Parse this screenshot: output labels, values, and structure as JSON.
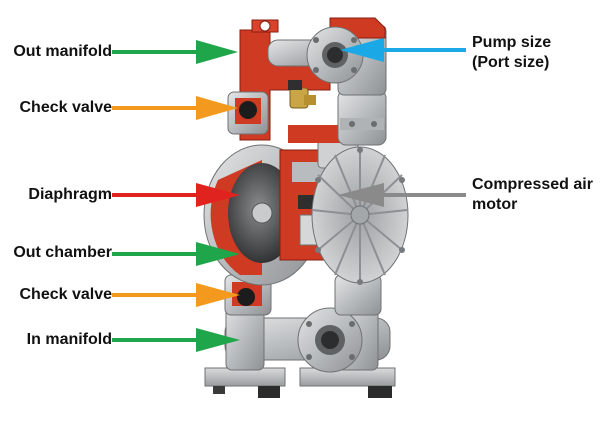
{
  "labels": {
    "out_manifold": "Out manifold",
    "check_valve_top": "Check valve",
    "diaphragm": "Diaphragm",
    "out_chamber": "Out chamber",
    "check_valve_bottom": "Check valve",
    "in_manifold": "In manifold",
    "pump_size_line1": "Pump size",
    "pump_size_line2": "(Port size)",
    "compressed_line1": "Compressed air",
    "compressed_line2": "motor"
  },
  "colors": {
    "green_arrow": "#1fa64a",
    "orange_arrow": "#f39a1e",
    "red_arrow": "#e0231e",
    "blue_arrow": "#1aa9e6",
    "gray_arrow": "#8a8a8a",
    "aluminium": "#c9cbcc",
    "cutaway_red": "#d23a22"
  }
}
